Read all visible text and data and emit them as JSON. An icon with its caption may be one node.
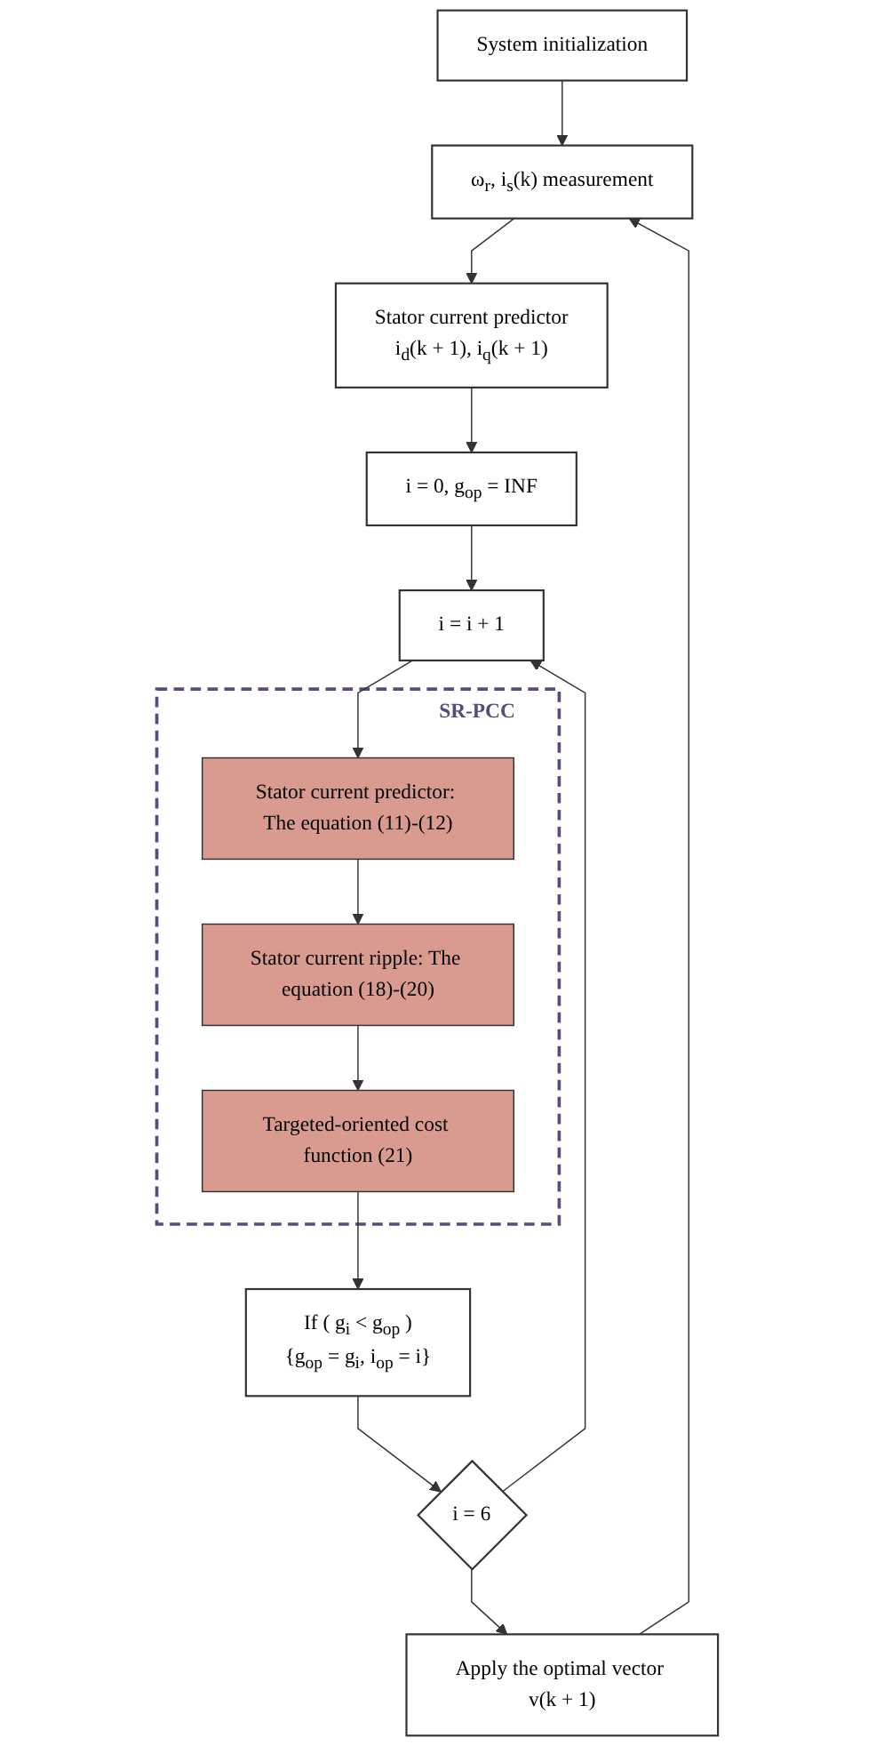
{
  "diagram": {
    "nodes": [
      {
        "text": [
          "System initialization"
        ]
      },
      {
        "text": [
          "ω$_{r}$, i$_{s}$(k) measurement"
        ]
      },
      {
        "text": [
          "Stator current predictor",
          "i$_{d}$(k + 1), i$_{q}$(k + 1)"
        ]
      },
      {
        "text": [
          "i = 0, g$_{op}$ = INF"
        ]
      },
      {
        "text": [
          "i = i + 1"
        ]
      },
      {
        "text": [
          "SR-PCC"
        ]
      },
      {
        "text": [
          "Stator current predictor: The equation (11)-(12)"
        ],
        "in": 5
      },
      {
        "text": [
          "Stator current ripple: The equation (18)-(20)"
        ],
        "in": 5
      },
      {
        "text": [
          "Targeted-oriented cost function (21)"
        ],
        "in": 5
      },
      {
        "text": [
          "If ( g$_{i}$ < g$_{op}$ )",
          "{g$_{op}$ = g$_{i}$, i$_{op}$ = i}"
        ]
      },
      {
        "text": [
          "i = 6"
        ]
      },
      {
        "text": [
          "Apply the optimal vector v(k + 1)"
        ]
      }
    ],
    "edges": [
      {
        "from": 0,
        "to": 1,
        "arrow": "to"
      },
      {
        "from": 1,
        "to": 2,
        "arrow": "to"
      },
      {
        "from": 2,
        "to": 3,
        "arrow": "to"
      },
      {
        "from": 3,
        "to": 4,
        "arrow": "to"
      },
      {
        "from": 4,
        "to": 6,
        "arrow": "to"
      },
      {
        "from": 6,
        "to": 7,
        "arrow": "to"
      },
      {
        "from": 7,
        "to": 8,
        "arrow": "to"
      },
      {
        "from": 8,
        "to": 9,
        "arrow": "to"
      },
      {
        "from": 9,
        "to": 10,
        "arrow": "to"
      },
      {
        "from": 10,
        "to": 11,
        "arrow": "to"
      },
      {
        "from": 10,
        "to": 4,
        "arrow": "to"
      },
      {
        "from": 11,
        "to": 1,
        "arrow": "to"
      }
    ]
  }
}
